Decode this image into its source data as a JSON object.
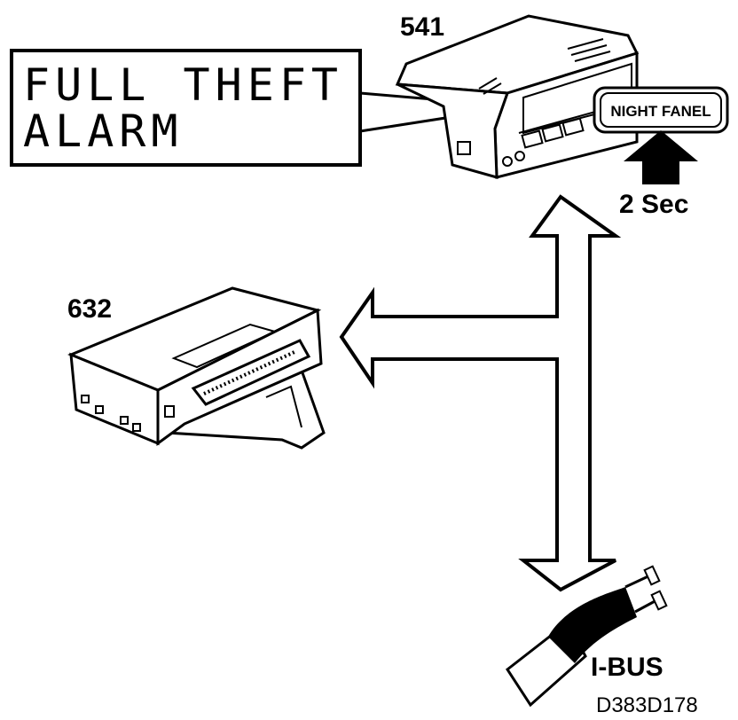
{
  "display": {
    "line1": "FULL THEFT",
    "line2": "ALARM"
  },
  "labels": {
    "module_top": "541",
    "module_left": "632",
    "button": "NIGHT FANEL",
    "hold_time": "2 Sec",
    "bus": "I-BUS",
    "figure_code": "D383D178"
  },
  "colors": {
    "ink": "#000000",
    "paper": "#ffffff"
  },
  "icons": {
    "bus_connector": "plug-icon",
    "press_arrow": "arrow-up-icon"
  }
}
